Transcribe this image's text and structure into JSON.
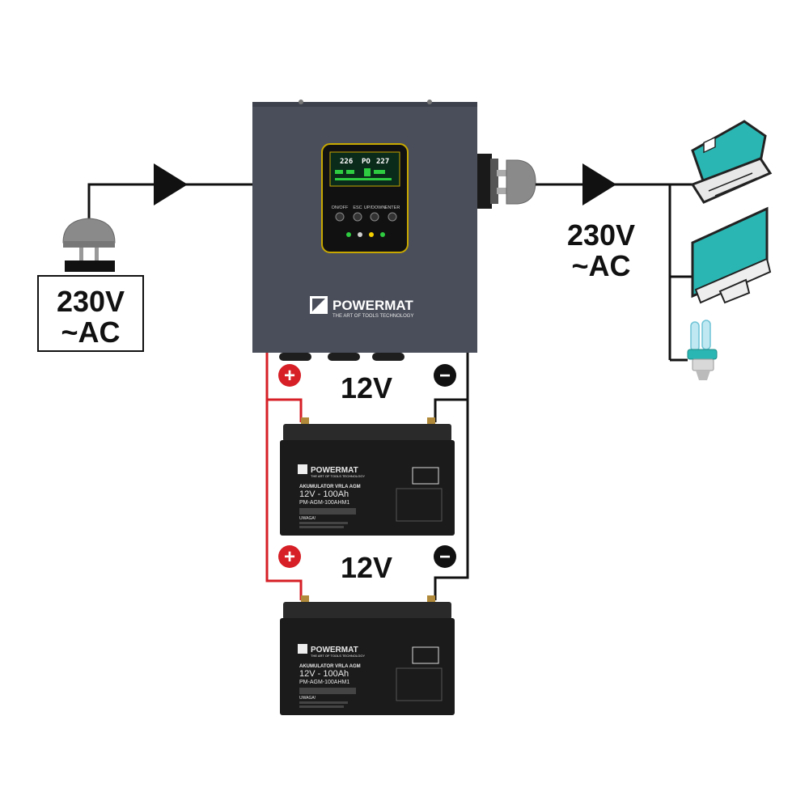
{
  "input": {
    "voltage": "230V",
    "type": "~AC"
  },
  "output": {
    "voltage": "230V",
    "type": "~AC"
  },
  "inverter": {
    "brand": "POWERMAT",
    "tagline": "THE ART OF TOOLS TECHNOLOGY",
    "display": {
      "line1_left": "226",
      "line1_mid": "PO",
      "line1_right": "227"
    },
    "buttons": [
      "ON/OFF",
      "ESC",
      "UP/DOWN",
      "ENTER"
    ],
    "led_colors": [
      "#2ecc40",
      "#cfcfcf",
      "#f5d000",
      "#2ecc40"
    ]
  },
  "battery_labels": [
    {
      "plus": "+",
      "minus": "−",
      "voltage": "12V"
    },
    {
      "plus": "+",
      "minus": "−",
      "voltage": "12V"
    }
  ],
  "battery": {
    "brand": "POWERMAT",
    "tagline": "THE ART OF TOOLS TECHNOLOGY",
    "type": "AKUMULATOR VRLA AGM",
    "rating": "12V - 100Ah",
    "model": "PM-AGM-100AHM1",
    "warning_title": "UWAGA!"
  },
  "devices": [
    "laptop-icon",
    "monitor-icon",
    "bulb-icon"
  ],
  "colors": {
    "wire": "#111111",
    "positive": "#d61f26",
    "device": "#2ab7b3",
    "inverter": "#4a4e5a"
  }
}
